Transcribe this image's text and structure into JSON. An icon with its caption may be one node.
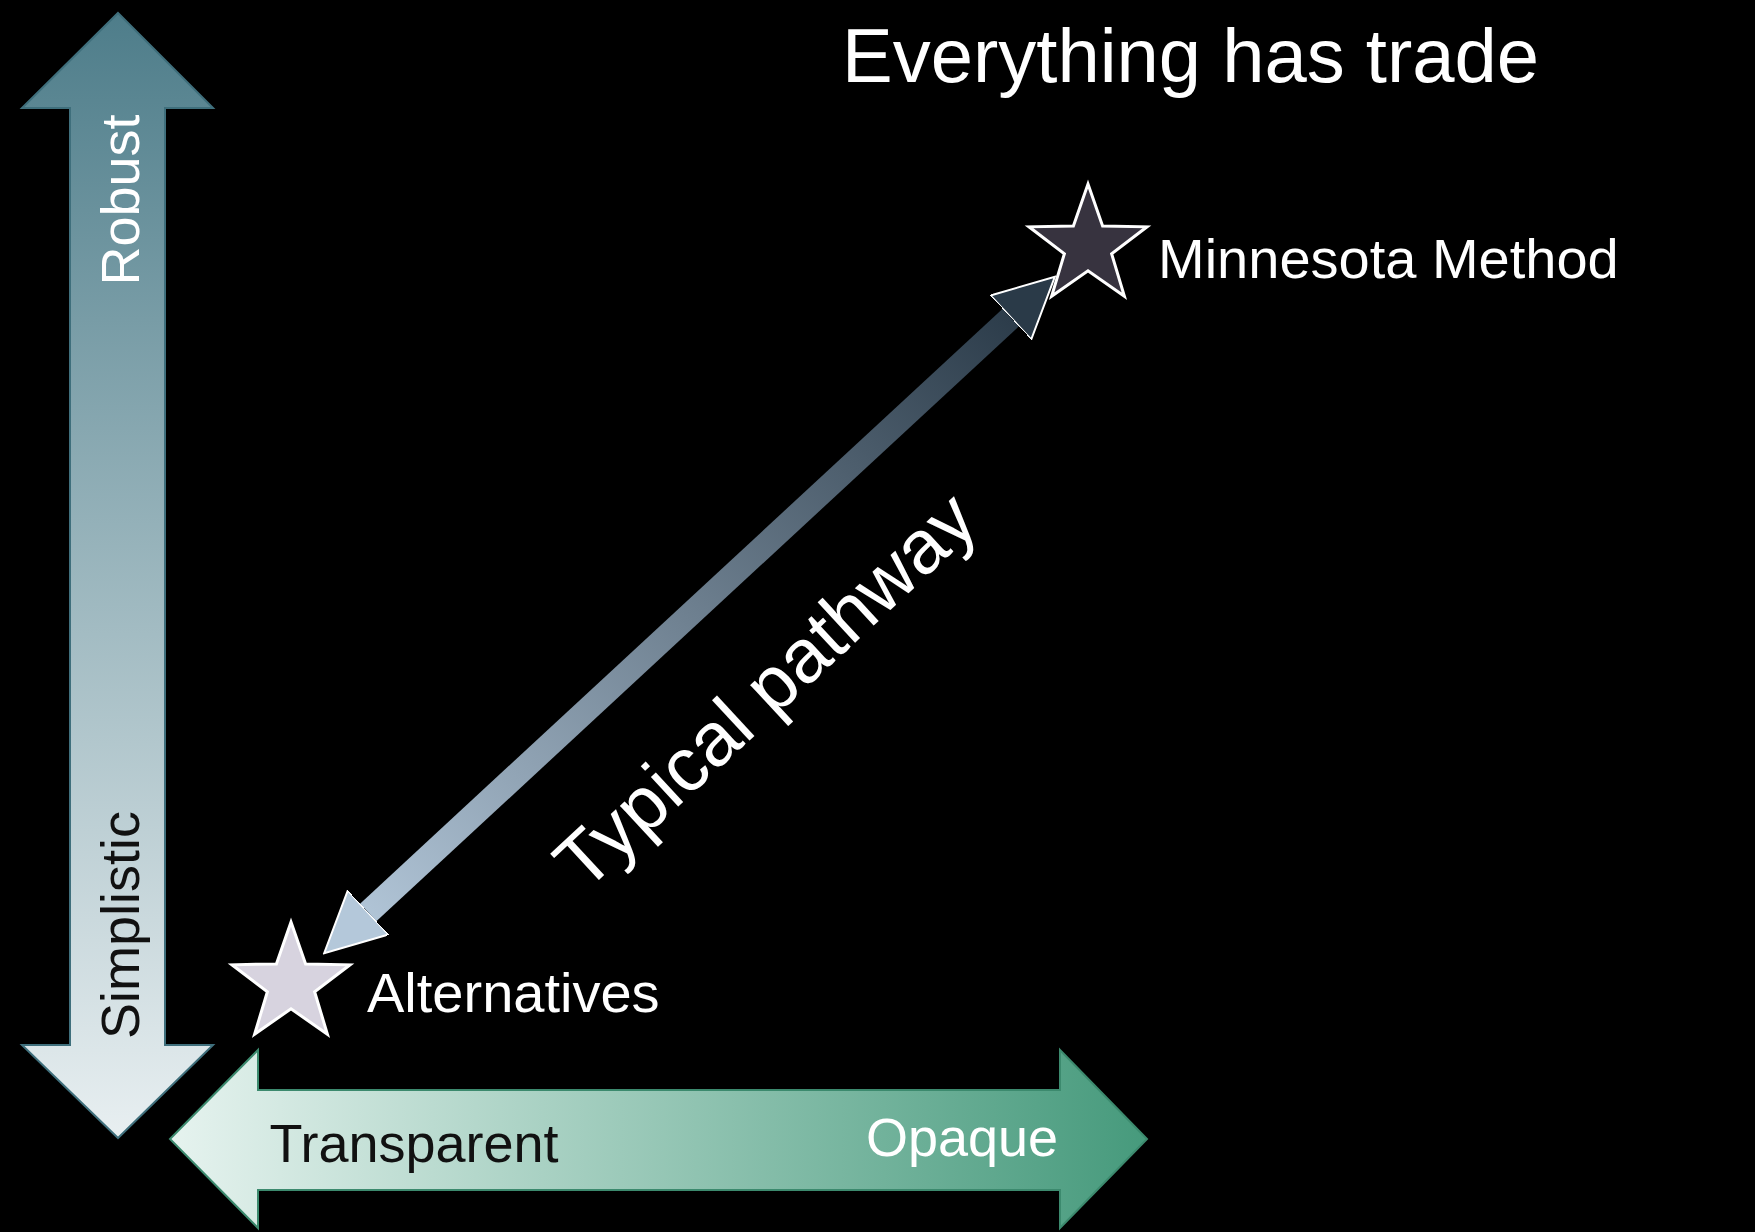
{
  "diagram": {
    "title": "Everything has trade",
    "nodes": [
      {
        "text": [],
        "shape": "star",
        "beside": [
          "Minnesota Method"
        ]
      },
      {
        "text": [],
        "shape": "star",
        "beside": [
          "Alternatives"
        ]
      }
    ],
    "edges": [
      {
        "from": 1,
        "to": 0,
        "arrow": "both",
        "label": "Typical pathway"
      }
    ],
    "labels": [
      "Robust",
      "Simplistic",
      "Transparent",
      "Opaque"
    ]
  }
}
